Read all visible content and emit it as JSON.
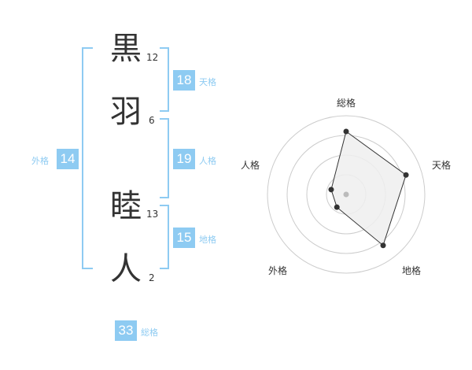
{
  "name": {
    "chars": [
      {
        "char": "黒",
        "strokes": "12"
      },
      {
        "char": "羽",
        "strokes": "6"
      },
      {
        "char": "睦",
        "strokes": "13"
      },
      {
        "char": "人",
        "strokes": "2"
      }
    ]
  },
  "scores": {
    "tenkaku": {
      "value": "18",
      "label": "天格"
    },
    "jinkaku": {
      "value": "19",
      "label": "人格"
    },
    "chikaku": {
      "value": "15",
      "label": "地格"
    },
    "gaikaku": {
      "value": "14",
      "label": "外格"
    },
    "soukaku": {
      "value": "33",
      "label": "総格"
    }
  },
  "chart_data": {
    "type": "radar",
    "axes": [
      "総格",
      "天格",
      "地格",
      "外格",
      "人格"
    ],
    "values": [
      4,
      4,
      4,
      1,
      1
    ],
    "max": 5,
    "rings": 4,
    "colors": {
      "fill": "#efefef",
      "line": "#333333",
      "grid": "#cccccc",
      "center": "#bbbbbb",
      "accent": "#8ecbf2"
    }
  }
}
